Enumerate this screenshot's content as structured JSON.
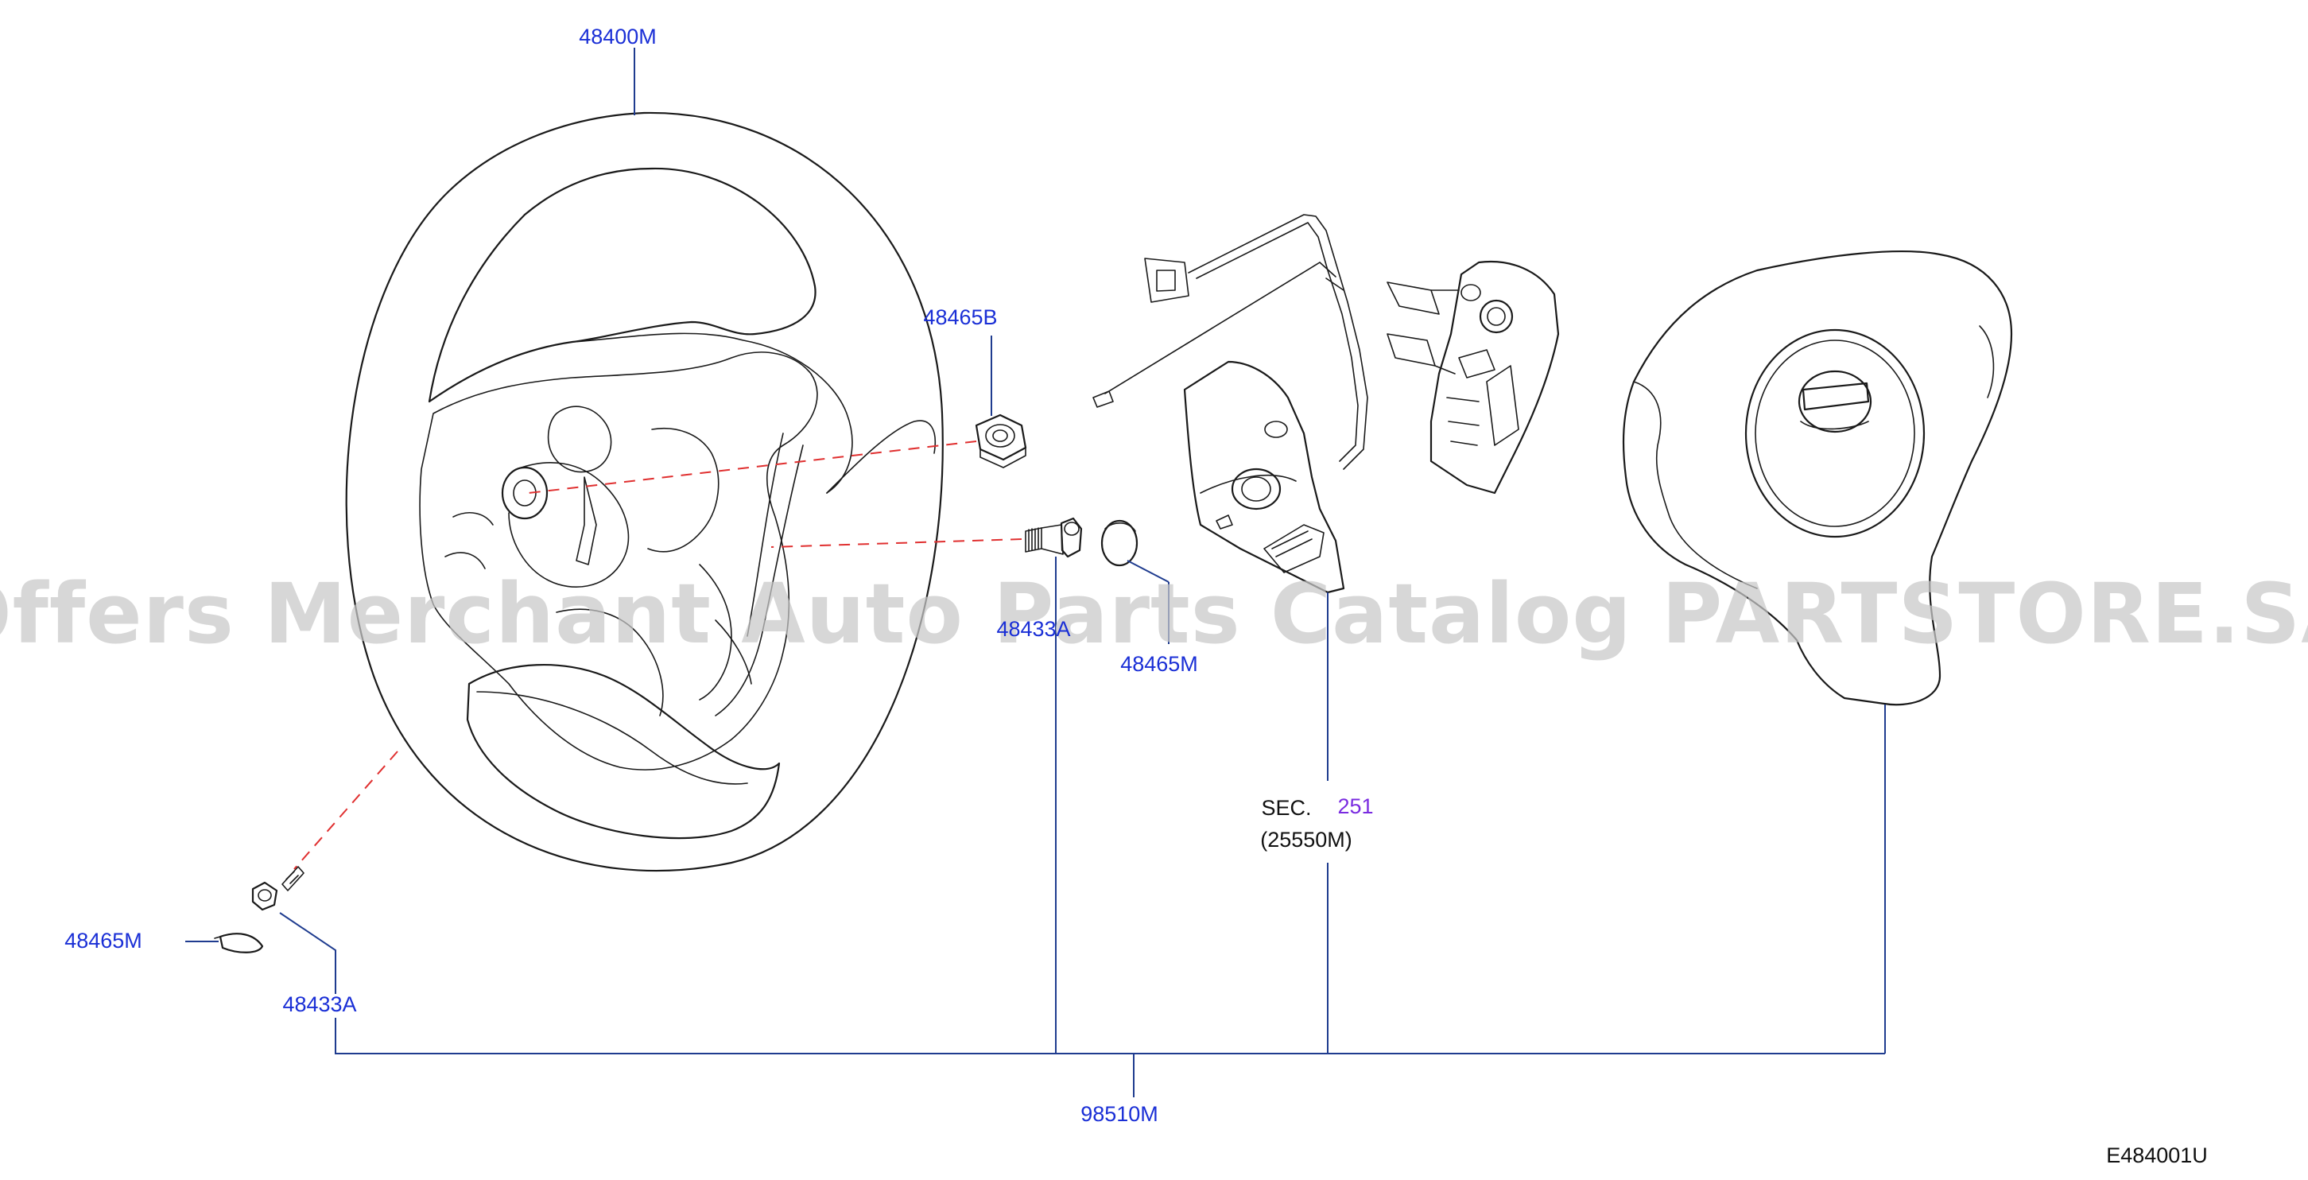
{
  "diagram": {
    "labels": {
      "steering_wheel": "48400M",
      "nut": "48465B",
      "bolt_center": "48433A",
      "cap_center": "48465M",
      "cap_left": "48465M",
      "bolt_left": "48433A",
      "sec_prefix": "SEC.",
      "sec_number": "251",
      "switch_ref": "(25550M)",
      "assembly": "98510M",
      "figure_code": "E484001U"
    },
    "watermark": "Offers Merchant Auto Parts Catalog PARTSTORE.SA",
    "colors": {
      "label_blue": "#1a2fd6",
      "leader_blue": "#1f3c8f",
      "center_line_red": "#e03030",
      "section_purple": "#7a2be0",
      "outline": "#1a1a1a"
    }
  }
}
